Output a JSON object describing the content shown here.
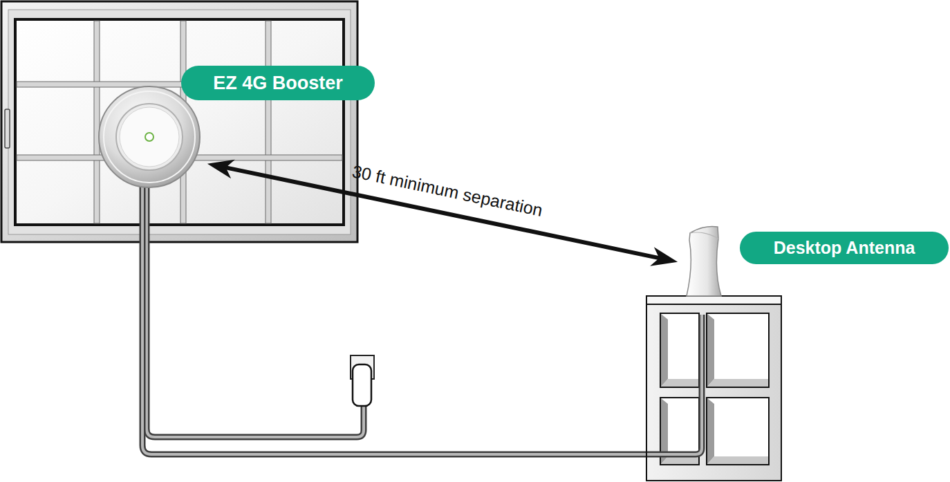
{
  "diagram": {
    "nodes": [
      {
        "text": [
          "EZ 4G Booster"
        ]
      },
      {
        "text": [
          "Desktop Antenna"
        ]
      }
    ],
    "edges": [
      {
        "from": 0,
        "to": 1,
        "arrow": "both",
        "label": "30 ft minimum separation"
      }
    ]
  }
}
